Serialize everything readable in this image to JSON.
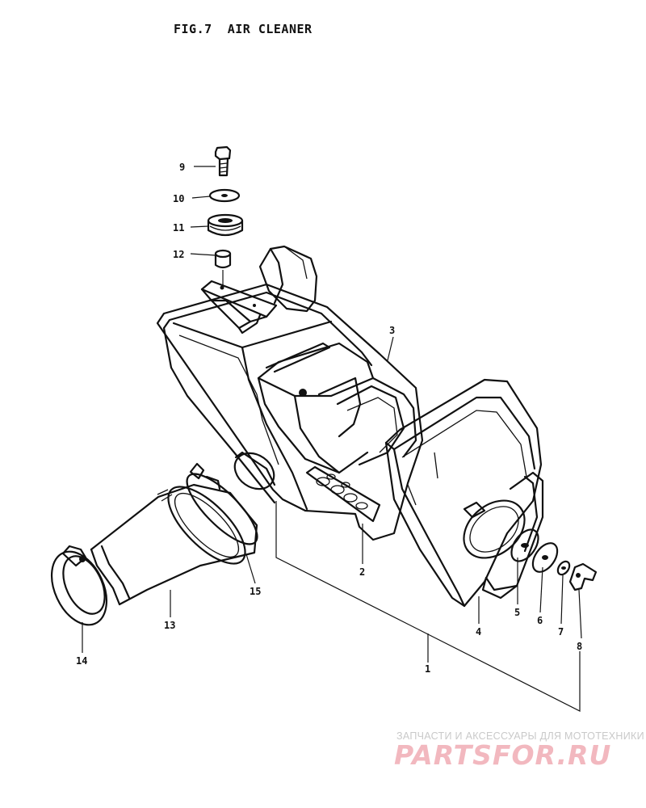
{
  "title": "FIG.7  AIR CLEANER",
  "watermark": {
    "subtitle": "ЗАПЧАСТИ И АКСЕССУАРЫ ДЛЯ МОТОТЕХНИКИ",
    "logo_text": "PARTSFOR.RU",
    "color": "#f2b8bf"
  },
  "part_numbers": {
    "p1": "1",
    "p2": "2",
    "p3": "3",
    "p4": "4",
    "p5": "5",
    "p6": "6",
    "p7": "7",
    "p8": "8",
    "p9": "9",
    "p10": "10",
    "p11": "11",
    "p12": "12",
    "p13": "13",
    "p14": "14",
    "p15": "15"
  }
}
